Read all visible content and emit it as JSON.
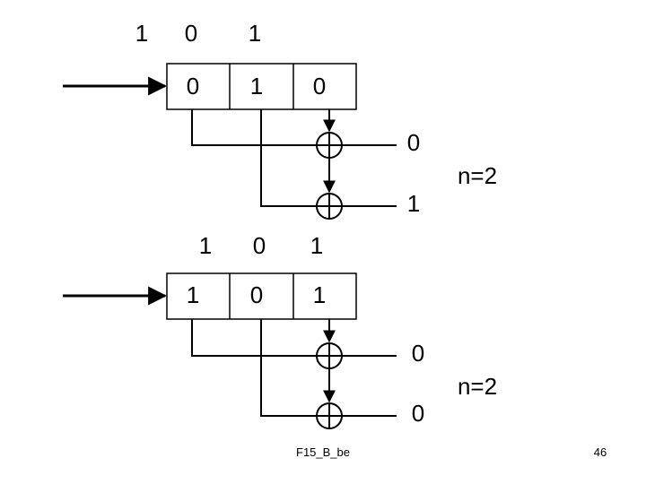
{
  "diagrams": [
    {
      "input_bits": [
        "1",
        "0",
        "1"
      ],
      "register_cells": [
        "0",
        "1",
        "0"
      ],
      "outputs": [
        "0",
        "1"
      ],
      "note": "n=2"
    },
    {
      "input_bits": [
        "1",
        "0",
        "1"
      ],
      "register_cells": [
        "1",
        "0",
        "1"
      ],
      "outputs": [
        "0",
        "0"
      ],
      "note": "n=2"
    }
  ],
  "footer": {
    "label": "F15_B_be",
    "page_number": "46"
  }
}
